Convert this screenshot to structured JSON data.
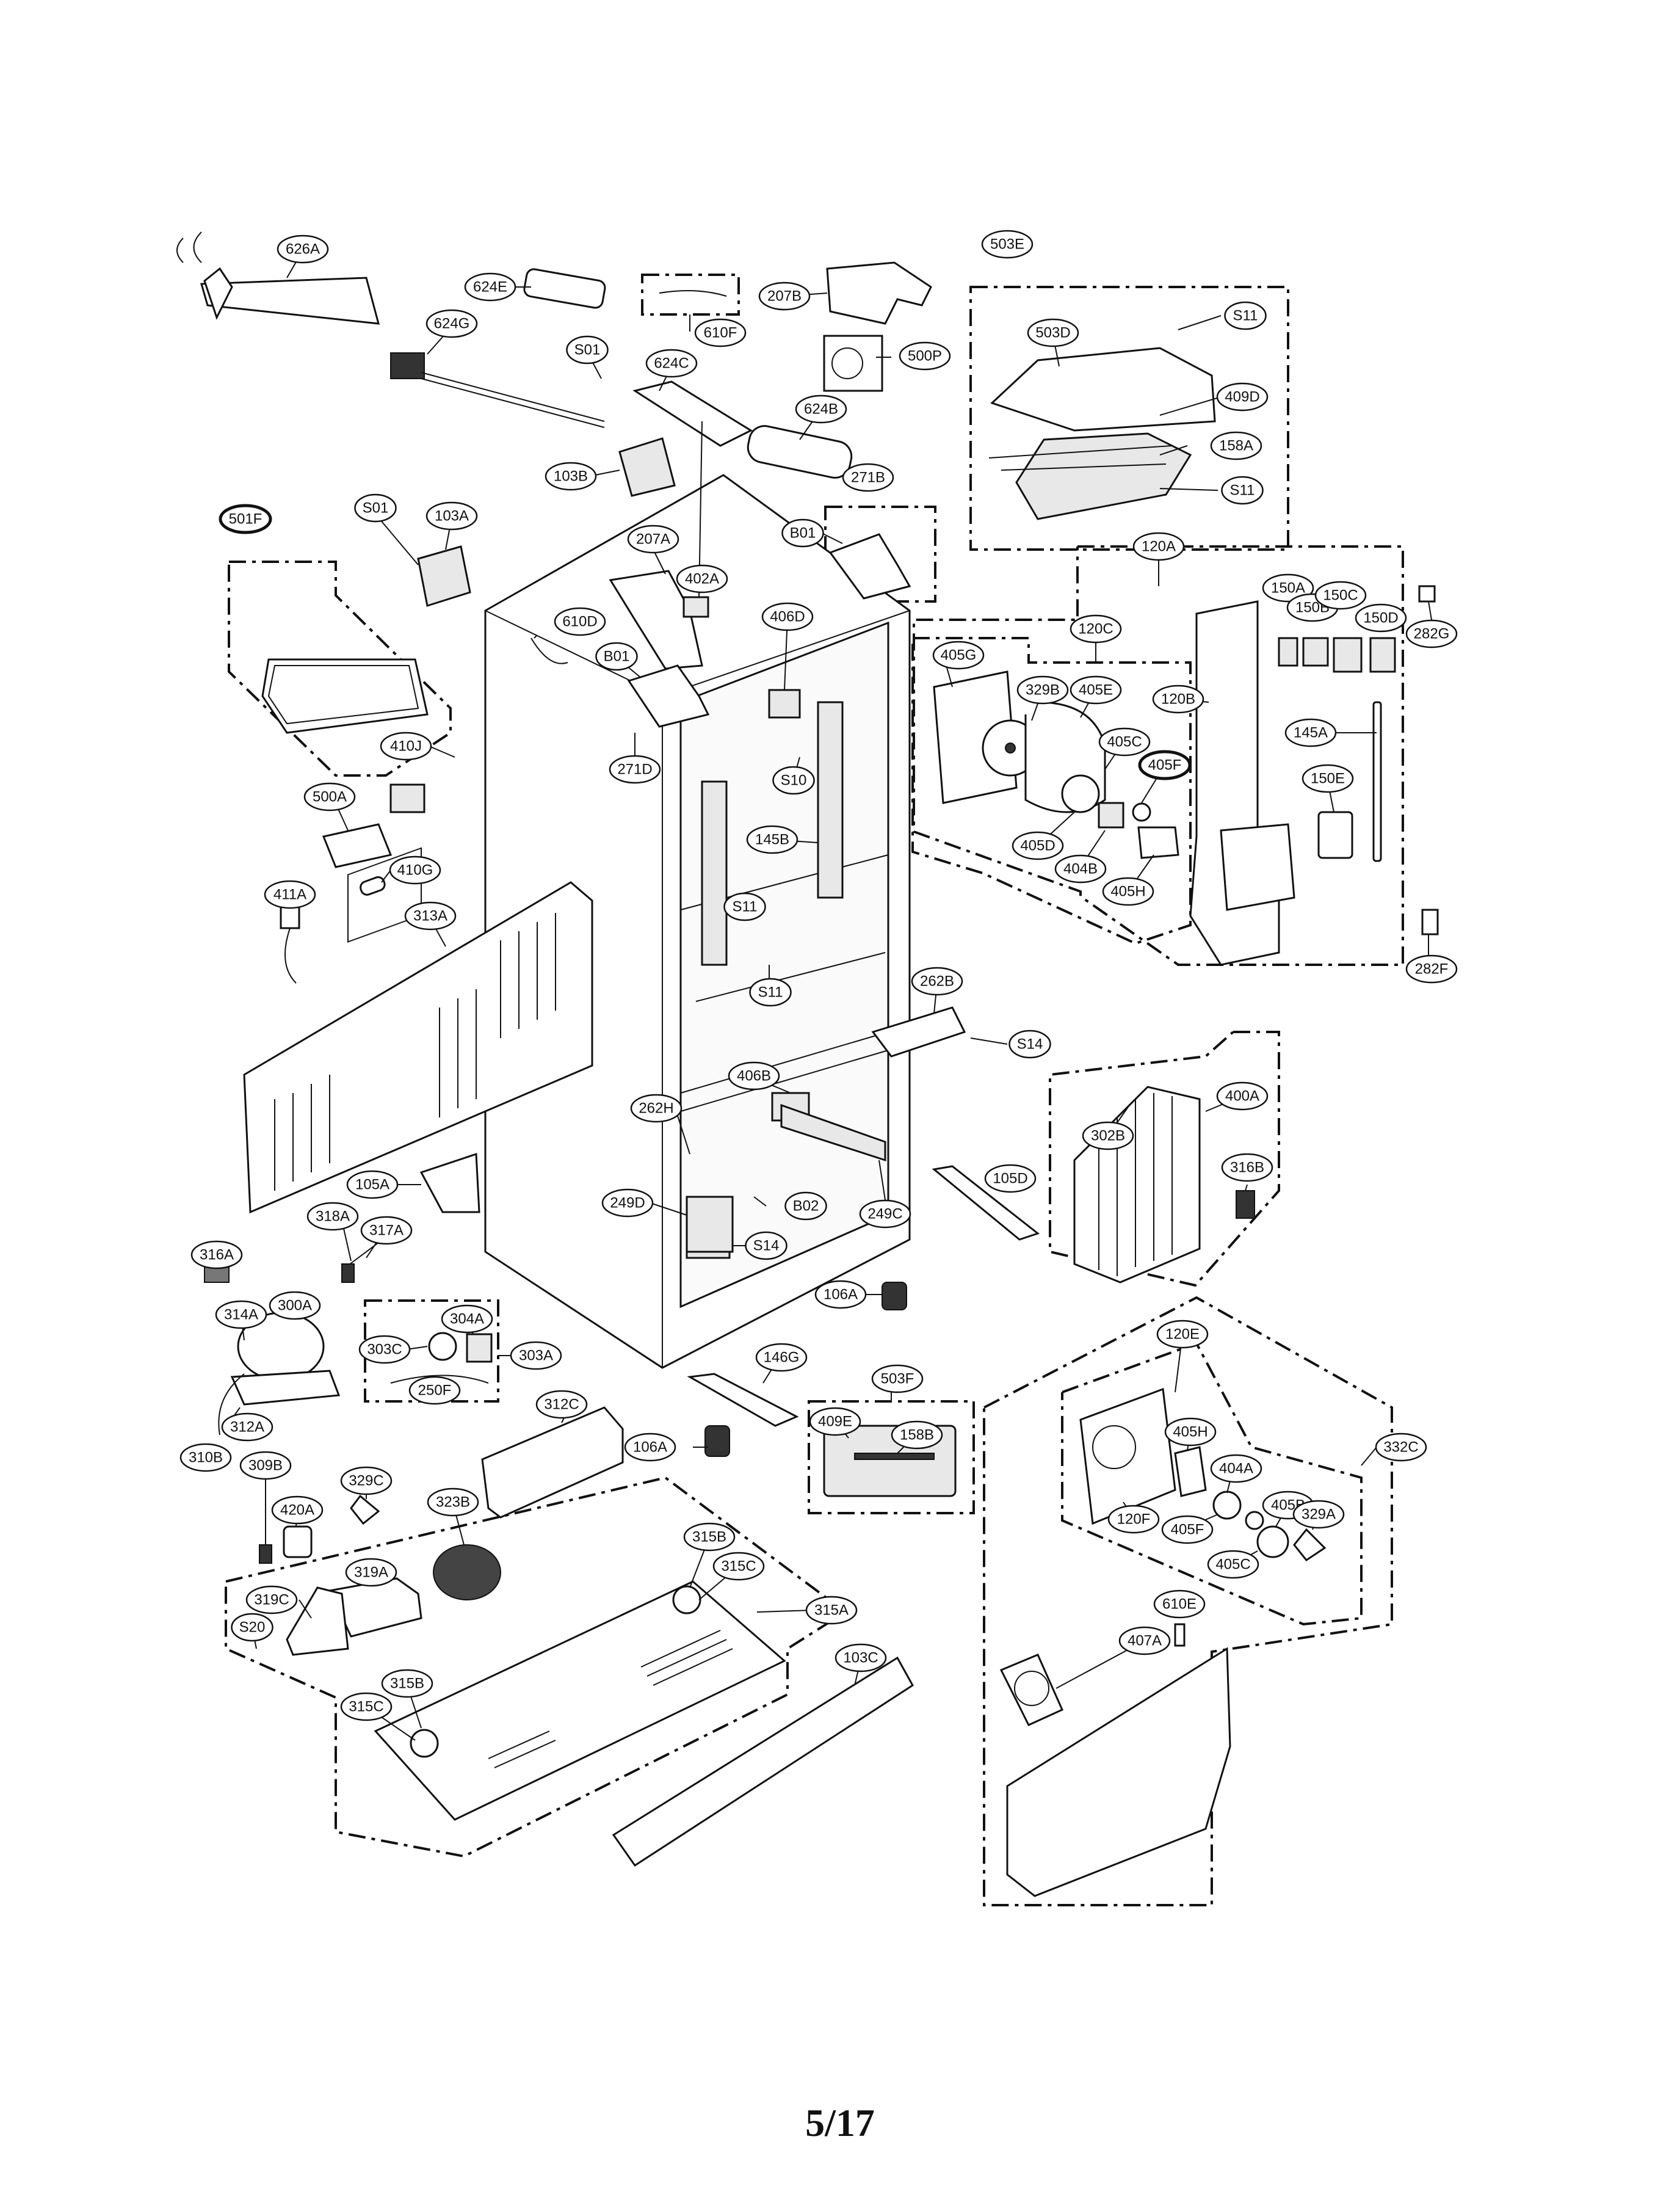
{
  "page_number": "5/17",
  "callouts": [
    {
      "id": "626A",
      "label": "626A"
    },
    {
      "id": "624E",
      "label": "624E"
    },
    {
      "id": "207B",
      "label": "207B"
    },
    {
      "id": "610F",
      "label": "610F"
    },
    {
      "id": "500P",
      "label": "500P"
    },
    {
      "id": "624G",
      "label": "624G"
    },
    {
      "id": "624C",
      "label": "624C"
    },
    {
      "id": "S01a",
      "label": "S01"
    },
    {
      "id": "624B",
      "label": "624B"
    },
    {
      "id": "103B",
      "label": "103B"
    },
    {
      "id": "503E",
      "label": "503E"
    },
    {
      "id": "S11a",
      "label": "S11"
    },
    {
      "id": "503D",
      "label": "503D"
    },
    {
      "id": "409D",
      "label": "409D"
    },
    {
      "id": "158A",
      "label": "158A"
    },
    {
      "id": "S11b",
      "label": "S11"
    },
    {
      "id": "271B",
      "label": "271B"
    },
    {
      "id": "B01a",
      "label": "B01"
    },
    {
      "id": "501F",
      "label": "501F",
      "emphasis": true
    },
    {
      "id": "S01b",
      "label": "S01"
    },
    {
      "id": "103A",
      "label": "103A"
    },
    {
      "id": "207A",
      "label": "207A"
    },
    {
      "id": "402A",
      "label": "402A"
    },
    {
      "id": "610D",
      "label": "610D"
    },
    {
      "id": "B01b",
      "label": "B01"
    },
    {
      "id": "271D",
      "label": "271D"
    },
    {
      "id": "406D",
      "label": "406D"
    },
    {
      "id": "S10",
      "label": "S10"
    },
    {
      "id": "120A",
      "label": "120A"
    },
    {
      "id": "282G",
      "label": "282G"
    },
    {
      "id": "150A",
      "label": "150A"
    },
    {
      "id": "150B",
      "label": "150B"
    },
    {
      "id": "150C",
      "label": "150C"
    },
    {
      "id": "150D",
      "label": "150D"
    },
    {
      "id": "120C",
      "label": "120C"
    },
    {
      "id": "405G",
      "label": "405G"
    },
    {
      "id": "329B",
      "label": "329B"
    },
    {
      "id": "405E",
      "label": "405E"
    },
    {
      "id": "120B",
      "label": "120B"
    },
    {
      "id": "145A",
      "label": "145A"
    },
    {
      "id": "405C",
      "label": "405C"
    },
    {
      "id": "405F",
      "label": "405F",
      "emphasis": true
    },
    {
      "id": "150E",
      "label": "150E"
    },
    {
      "id": "405D",
      "label": "405D"
    },
    {
      "id": "404B",
      "label": "404B"
    },
    {
      "id": "405H",
      "label": "405H"
    },
    {
      "id": "282F",
      "label": "282F"
    },
    {
      "id": "410J",
      "label": "410J"
    },
    {
      "id": "500A",
      "label": "500A"
    },
    {
      "id": "411A",
      "label": "411A"
    },
    {
      "id": "410G",
      "label": "410G"
    },
    {
      "id": "313A",
      "label": "313A"
    },
    {
      "id": "145B",
      "label": "145B"
    },
    {
      "id": "S11c",
      "label": "S11"
    },
    {
      "id": "S11d",
      "label": "S11"
    },
    {
      "id": "262B",
      "label": "262B"
    },
    {
      "id": "S14a",
      "label": "S14"
    },
    {
      "id": "406B",
      "label": "406B"
    },
    {
      "id": "262H",
      "label": "262H"
    },
    {
      "id": "302B",
      "label": "302B"
    },
    {
      "id": "400A",
      "label": "400A"
    },
    {
      "id": "316B",
      "label": "316B"
    },
    {
      "id": "105A",
      "label": "105A"
    },
    {
      "id": "249D",
      "label": "249D"
    },
    {
      "id": "B02",
      "label": "B02"
    },
    {
      "id": "249C",
      "label": "249C"
    },
    {
      "id": "105D",
      "label": "105D"
    },
    {
      "id": "S14b",
      "label": "S14"
    },
    {
      "id": "318A",
      "label": "318A"
    },
    {
      "id": "317A",
      "label": "317A"
    },
    {
      "id": "316A",
      "label": "316A"
    },
    {
      "id": "106Aa",
      "label": "106A"
    },
    {
      "id": "314A",
      "label": "314A"
    },
    {
      "id": "300A",
      "label": "300A"
    },
    {
      "id": "304A",
      "label": "304A"
    },
    {
      "id": "303C",
      "label": "303C"
    },
    {
      "id": "303A",
      "label": "303A"
    },
    {
      "id": "250F",
      "label": "250F"
    },
    {
      "id": "312A",
      "label": "312A"
    },
    {
      "id": "310B",
      "label": "310B"
    },
    {
      "id": "146G",
      "label": "146G"
    },
    {
      "id": "503F",
      "label": "503F"
    },
    {
      "id": "120E",
      "label": "120E"
    },
    {
      "id": "312C",
      "label": "312C"
    },
    {
      "id": "106Ab",
      "label": "106A"
    },
    {
      "id": "409E",
      "label": "409E"
    },
    {
      "id": "158B",
      "label": "158B"
    },
    {
      "id": "332C",
      "label": "332C"
    },
    {
      "id": "405Hb",
      "label": "405H"
    },
    {
      "id": "404A",
      "label": "404A"
    },
    {
      "id": "309B",
      "label": "309B"
    },
    {
      "id": "329C",
      "label": "329C"
    },
    {
      "id": "323B",
      "label": "323B"
    },
    {
      "id": "420A",
      "label": "420A"
    },
    {
      "id": "120F",
      "label": "120F"
    },
    {
      "id": "405B",
      "label": "405B"
    },
    {
      "id": "405Fb",
      "label": "405F"
    },
    {
      "id": "329A",
      "label": "329A"
    },
    {
      "id": "405Cb",
      "label": "405C"
    },
    {
      "id": "315B",
      "label": "315B"
    },
    {
      "id": "315C",
      "label": "315C"
    },
    {
      "id": "319A",
      "label": "319A"
    },
    {
      "id": "319C",
      "label": "319C"
    },
    {
      "id": "315A",
      "label": "315A"
    },
    {
      "id": "S20",
      "label": "S20"
    },
    {
      "id": "407A",
      "label": "407A"
    },
    {
      "id": "610E",
      "label": "610E"
    },
    {
      "id": "103C",
      "label": "103C"
    },
    {
      "id": "315Bb",
      "label": "315B"
    },
    {
      "id": "315Cb",
      "label": "315C"
    }
  ]
}
